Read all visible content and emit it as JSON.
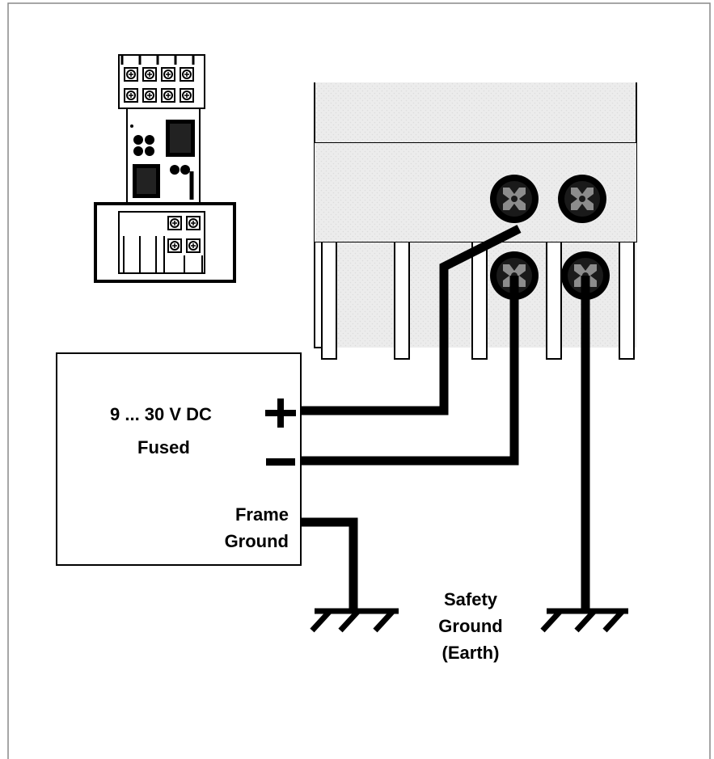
{
  "power_supply": {
    "voltage_label": "9 ... 30 V DC",
    "fused_label": "Fused",
    "plus_sign": "+",
    "minus_sign": "−",
    "frame_ground_line1": "Frame",
    "frame_ground_line2": "Ground"
  },
  "safety_ground": {
    "line1": "Safety",
    "line2": "Ground",
    "line3": "(Earth)"
  },
  "colors": {
    "line": "#000000",
    "terminal_gray": "#8c8c8c",
    "housing_fill": "#eeeeee"
  }
}
